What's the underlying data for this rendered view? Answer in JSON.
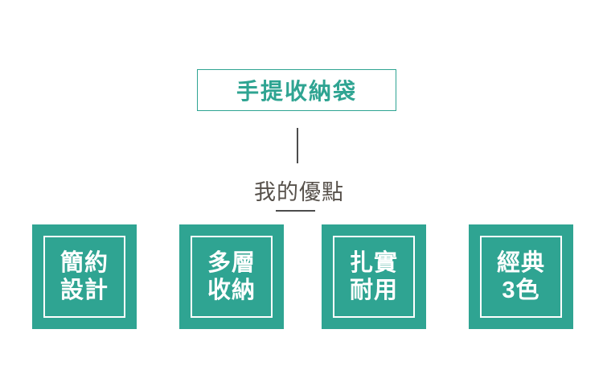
{
  "title": {
    "label": "手提收納袋"
  },
  "connector": {
    "type": "vertical-line"
  },
  "subtitle": {
    "label": "我的優點"
  },
  "features": [
    {
      "line1": "簡約",
      "line2": "設計"
    },
    {
      "line1": "多層",
      "line2": "收納"
    },
    {
      "line1": "扎實",
      "line2": "耐用"
    },
    {
      "line1": "經典",
      "line2": "3色"
    }
  ],
  "colors": {
    "teal": "#2FA492",
    "dark_text": "#57514B",
    "line": "#4C4C4C",
    "white": "#FFFFFF"
  }
}
